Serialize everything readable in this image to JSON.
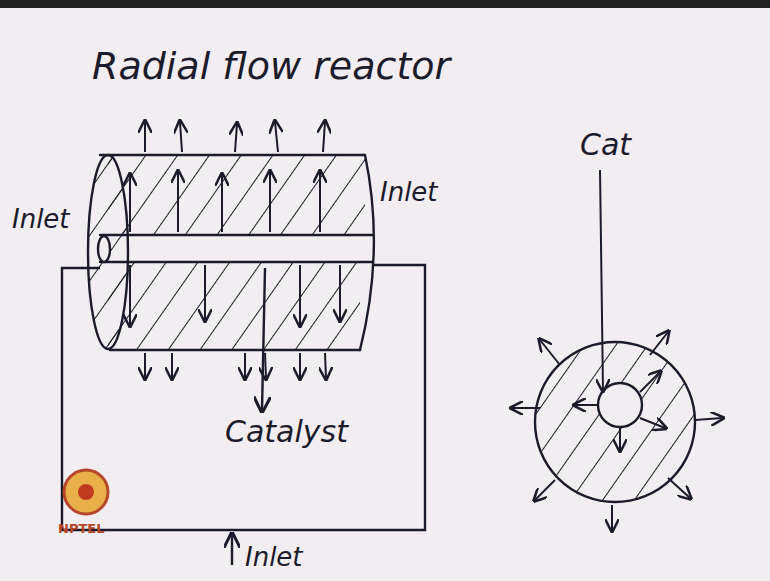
{
  "diagram": {
    "title": "Radial flow reactor",
    "labels": [
      "Inlet",
      "Inlet",
      "Catalyst",
      "Inlet",
      "Cat",
      "NPTEL"
    ]
  }
}
